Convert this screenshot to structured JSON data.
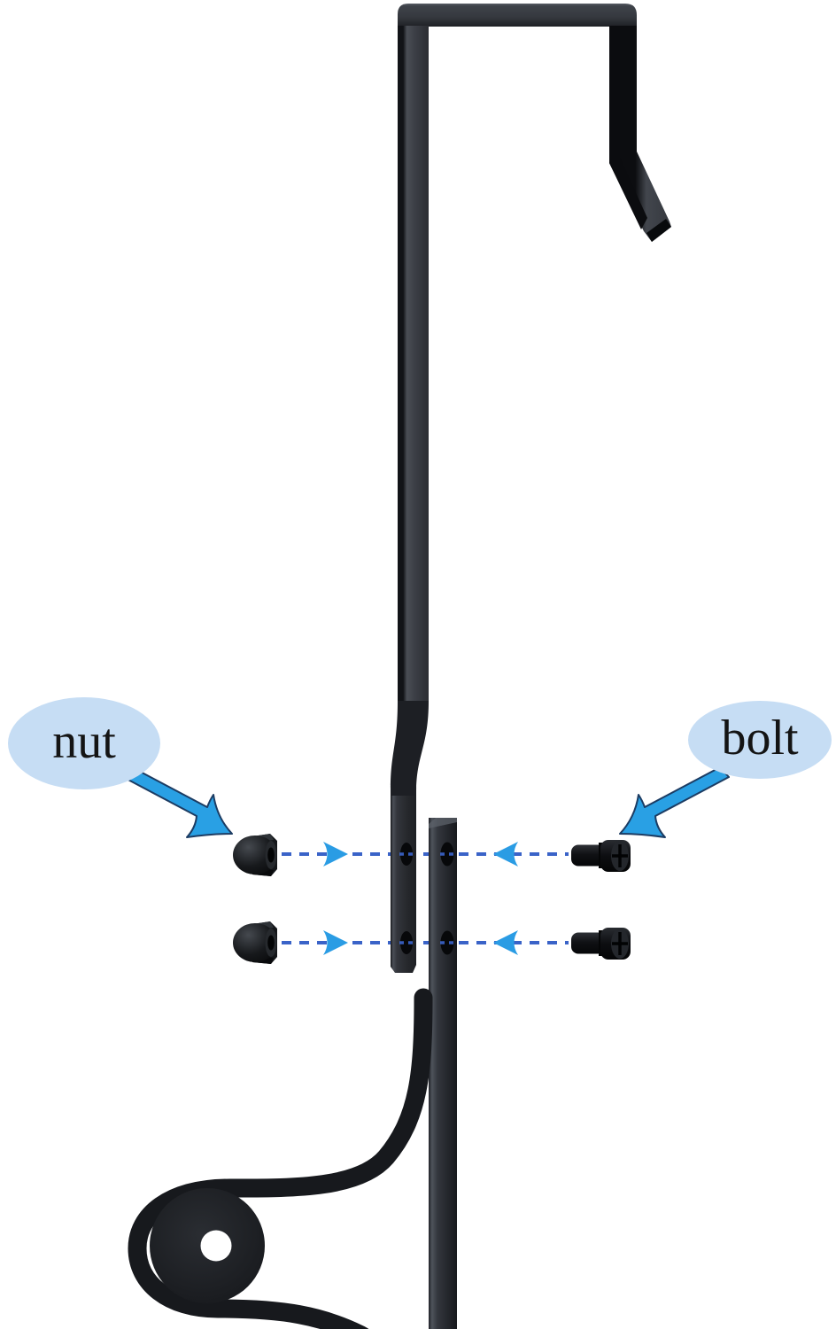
{
  "diagram": {
    "type": "assembly-instruction",
    "callouts": [
      {
        "id": "nut",
        "label": "nut",
        "points_to": "cap-nut-icon"
      },
      {
        "id": "bolt",
        "label": "bolt",
        "points_to": "bolt-icon"
      }
    ],
    "hardware": {
      "nut_count": 2,
      "bolt_count": 2,
      "hole_rows": 2,
      "holes_visible": 4
    }
  },
  "colors": {
    "background": "#ffffff",
    "callout_bg": "#c6ddf4",
    "callout_text": "#141414",
    "callout_arrow_blue": "#29a0e4",
    "callout_arrow_outline": "#1c3c63",
    "guide_arrow_blue": "#2a9ce4",
    "dash_blue": "#3a63c8",
    "metal_dark": "#26282d"
  }
}
